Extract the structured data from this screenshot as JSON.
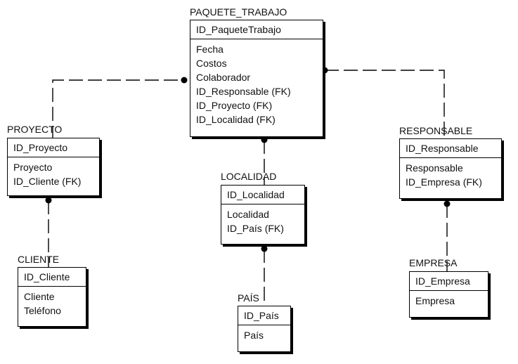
{
  "entities": {
    "paquete_trabajo": {
      "name": "PAQUETE_TRABAJO",
      "key": "ID_PaqueteTrabajo",
      "attributes": [
        "Fecha",
        "Costos",
        "Colaborador",
        "ID_Responsable (FK)",
        "ID_Proyecto (FK)",
        "ID_Localidad (FK)"
      ]
    },
    "proyecto": {
      "name": "PROYECTO",
      "key": "ID_Proyecto",
      "attributes": [
        "Proyecto",
        "ID_Cliente (FK)"
      ]
    },
    "cliente": {
      "name": "CLIENTE",
      "key": "ID_Cliente",
      "attributes": [
        "Cliente",
        "Teléfono"
      ]
    },
    "localidad": {
      "name": "LOCALIDAD",
      "key": "ID_Localidad",
      "attributes": [
        "Localidad",
        "ID_País (FK)"
      ]
    },
    "pais": {
      "name": "PAÍS",
      "key": "ID_País",
      "attributes": [
        "País"
      ]
    },
    "responsable": {
      "name": "RESPONSABLE",
      "key": "ID_Responsable",
      "attributes": [
        "Responsable",
        "ID_Empresa (FK)"
      ]
    },
    "empresa": {
      "name": "EMPRESA",
      "key": "ID_Empresa",
      "attributes": [
        "Empresa"
      ]
    }
  },
  "relationships": [
    {
      "parent": "proyecto",
      "child": "paquete_trabajo"
    },
    {
      "parent": "responsable",
      "child": "paquete_trabajo"
    },
    {
      "parent": "localidad",
      "child": "paquete_trabajo"
    },
    {
      "parent": "cliente",
      "child": "proyecto"
    },
    {
      "parent": "pais",
      "child": "localidad"
    },
    {
      "parent": "empresa",
      "child": "responsable"
    }
  ]
}
